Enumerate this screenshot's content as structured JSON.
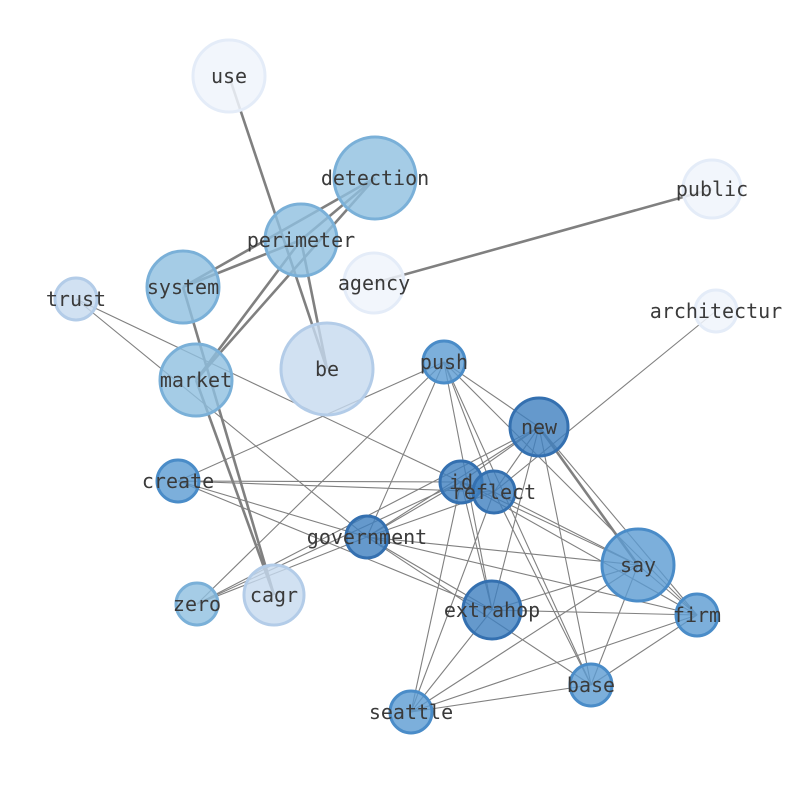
{
  "graph": {
    "palette": {
      "level1": "#f0f4fb",
      "level2": "#c6daef",
      "level3": "#8fbfe0",
      "level4": "#5b9bd2",
      "level5": "#3f7fbf"
    },
    "nodes": [
      {
        "id": "use",
        "label": "use",
        "level": 1
      },
      {
        "id": "detection",
        "label": "detection",
        "level": 3
      },
      {
        "id": "public",
        "label": "public",
        "level": 1
      },
      {
        "id": "perimeter",
        "label": "perimeter",
        "level": 3
      },
      {
        "id": "agency",
        "label": "agency",
        "level": 1
      },
      {
        "id": "system",
        "label": "system",
        "level": 3
      },
      {
        "id": "trust",
        "label": "trust",
        "level": 2
      },
      {
        "id": "architectur",
        "label": "architectur",
        "level": 1
      },
      {
        "id": "be",
        "label": "be",
        "level": 2
      },
      {
        "id": "push",
        "label": "push",
        "level": 4
      },
      {
        "id": "market",
        "label": "market",
        "level": 3
      },
      {
        "id": "new",
        "label": "new",
        "level": 5
      },
      {
        "id": "create",
        "label": "create",
        "level": 4
      },
      {
        "id": "id",
        "label": "id",
        "level": 5
      },
      {
        "id": "reflect",
        "label": "reflect",
        "level": 5
      },
      {
        "id": "government",
        "label": "government",
        "level": 5
      },
      {
        "id": "say",
        "label": "say",
        "level": 4
      },
      {
        "id": "zero",
        "label": "zero",
        "level": 3
      },
      {
        "id": "cagr",
        "label": "cagr",
        "level": 2
      },
      {
        "id": "extrahop",
        "label": "extrahop",
        "level": 5
      },
      {
        "id": "firm",
        "label": "firm",
        "level": 4
      },
      {
        "id": "base",
        "label": "base",
        "level": 4
      },
      {
        "id": "seattle",
        "label": "seattle",
        "level": 4
      }
    ],
    "edges": [
      {
        "source": "use",
        "target": "be",
        "weight": 3
      },
      {
        "source": "detection",
        "target": "perimeter",
        "weight": 3
      },
      {
        "source": "detection",
        "target": "system",
        "weight": 3
      },
      {
        "source": "detection",
        "target": "market",
        "weight": 3
      },
      {
        "source": "perimeter",
        "target": "system",
        "weight": 3
      },
      {
        "source": "perimeter",
        "target": "market",
        "weight": 3
      },
      {
        "source": "perimeter",
        "target": "be",
        "weight": 3
      },
      {
        "source": "public",
        "target": "agency",
        "weight": 3
      },
      {
        "source": "system",
        "target": "cagr",
        "weight": 3
      },
      {
        "source": "market",
        "target": "cagr",
        "weight": 3
      },
      {
        "source": "new",
        "target": "say",
        "weight": 3
      },
      {
        "source": "trust",
        "target": "id",
        "weight": 1
      },
      {
        "source": "trust",
        "target": "government",
        "weight": 1
      },
      {
        "source": "architectur",
        "target": "reflect",
        "weight": 1
      },
      {
        "source": "push",
        "target": "create",
        "weight": 1
      },
      {
        "source": "push",
        "target": "zero",
        "weight": 1
      },
      {
        "source": "push",
        "target": "government",
        "weight": 1
      },
      {
        "source": "push",
        "target": "extrahop",
        "weight": 1
      },
      {
        "source": "push",
        "target": "base",
        "weight": 1
      },
      {
        "source": "push",
        "target": "firm",
        "weight": 1
      },
      {
        "source": "push",
        "target": "reflect",
        "weight": 1
      },
      {
        "source": "push",
        "target": "new",
        "weight": 1
      },
      {
        "source": "new",
        "target": "id",
        "weight": 1
      },
      {
        "source": "new",
        "target": "reflect",
        "weight": 1
      },
      {
        "source": "new",
        "target": "government",
        "weight": 1
      },
      {
        "source": "new",
        "target": "firm",
        "weight": 1
      },
      {
        "source": "new",
        "target": "extrahop",
        "weight": 1
      },
      {
        "source": "new",
        "target": "base",
        "weight": 1
      },
      {
        "source": "new",
        "target": "zero",
        "weight": 1
      },
      {
        "source": "create",
        "target": "id",
        "weight": 1
      },
      {
        "source": "create",
        "target": "reflect",
        "weight": 1
      },
      {
        "source": "create",
        "target": "government",
        "weight": 1
      },
      {
        "source": "create",
        "target": "extrahop",
        "weight": 1
      },
      {
        "source": "id",
        "target": "reflect",
        "weight": 1
      },
      {
        "source": "id",
        "target": "say",
        "weight": 1
      },
      {
        "source": "id",
        "target": "firm",
        "weight": 1
      },
      {
        "source": "id",
        "target": "government",
        "weight": 1
      },
      {
        "source": "id",
        "target": "extrahop",
        "weight": 1
      },
      {
        "source": "id",
        "target": "seattle",
        "weight": 1
      },
      {
        "source": "reflect",
        "target": "say",
        "weight": 1
      },
      {
        "source": "reflect",
        "target": "base",
        "weight": 1
      },
      {
        "source": "reflect",
        "target": "government",
        "weight": 1
      },
      {
        "source": "reflect",
        "target": "seattle",
        "weight": 1
      },
      {
        "source": "government",
        "target": "zero",
        "weight": 1
      },
      {
        "source": "government",
        "target": "say",
        "weight": 1
      },
      {
        "source": "government",
        "target": "firm",
        "weight": 1
      },
      {
        "source": "government",
        "target": "extrahop",
        "weight": 1
      },
      {
        "source": "government",
        "target": "base",
        "weight": 1
      },
      {
        "source": "say",
        "target": "firm",
        "weight": 1
      },
      {
        "source": "say",
        "target": "extrahop",
        "weight": 1
      },
      {
        "source": "say",
        "target": "base",
        "weight": 1
      },
      {
        "source": "say",
        "target": "seattle",
        "weight": 1
      },
      {
        "source": "extrahop",
        "target": "firm",
        "weight": 1
      },
      {
        "source": "extrahop",
        "target": "seattle",
        "weight": 1
      },
      {
        "source": "firm",
        "target": "base",
        "weight": 1
      },
      {
        "source": "firm",
        "target": "seattle",
        "weight": 1
      },
      {
        "source": "base",
        "target": "seattle",
        "weight": 1
      },
      {
        "source": "zero",
        "target": "id",
        "weight": 1
      }
    ]
  }
}
